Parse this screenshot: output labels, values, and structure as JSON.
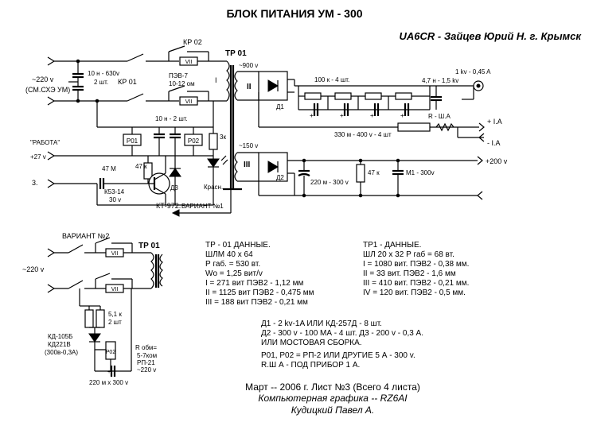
{
  "title": "БЛОК ПИТАНИЯ УМ - 300",
  "author": "UA6CR - Зайцев Юрий Н. г. Крымск",
  "labels": {
    "tr01": "ТР 01",
    "kr02": "КР 02",
    "kr01": "КР 01",
    "pev7": "ПЭВ-7",
    "pev7_val": "10-12 ом",
    "vii": "VII",
    "cap_in": "10 н - 630v",
    "cap_in_count": "2 шт.",
    "mains": "~220 v",
    "mains_note": "(СМ.СХЭ УМ)",
    "rabota": "\"РАБОТА\"",
    "plus27": "+27 v",
    "pin3": "3.",
    "c47m": "47 М",
    "k53": "К53-14",
    "v30": "30 v",
    "r47k": "47 к",
    "p01": "Р01",
    "p02": "Р02",
    "cap_10n": "10 н - 2 шт.",
    "d3": "Д3",
    "kt972": "КТ-972.",
    "led": "Красн.",
    "r3k": "3к",
    "variant1": "ВАРИАНТ №1",
    "w900": "~900 v",
    "w150": "~150 v",
    "wI": "I",
    "wII": "II",
    "wIII": "III",
    "d1": "Д1",
    "d2": "Д2",
    "c100k": "100 к - 4 шт.",
    "c47n": "4,7 н - 1,5 kv",
    "out_1kv": "1 kv - 0,45 A",
    "r330": "330 м - 400 v - 4 шт",
    "rsha": "R - Ш.А",
    "plus_ia": "+ I.A",
    "minus_ia": "- I.A",
    "c220m": "220 м - 300 v",
    "r47k_b": "47 к",
    "m1": "М1 - 300v",
    "plus200": "+200 v",
    "variant2": "ВАРИАНТ №2",
    "tr01_b": "ТР 01",
    "mains_b": "~220 v",
    "r51k": "5,1 к",
    "r51k_n": "2 шт",
    "kd105": "КД-105Б",
    "kd221": "КД221В",
    "kd_spec": "(300в-0,3А)",
    "p02_b": "Р02",
    "r_obm": "R обм=",
    "r_obm_v": "5-7ком",
    "rp21": "РП-21",
    "rp21_v": "~220 v",
    "c220x300": "220 м х 300 v",
    "plus_sign": "+"
  },
  "tp01_data": [
    "ТР - 01  ДАННЫЕ.",
    "ШЛМ 40 х 64",
    "Р габ. = 530 вт.",
    "Wо = 1,25 вит/v",
    "I = 271 вит  ПЭВ2 - 1,12 мм",
    "II = 1125 вит  ПЭВ2 - 0,475 мм",
    "III = 188 вит  ПЭВ2 - 0,21 мм"
  ],
  "tp1_data": [
    "ТР1 - ДАННЫЕ.",
    "ШЛ 20 х 32   Р габ = 68 вт.",
    "I = 1080 вит.  ПЭВ2 - 0,38 мм.",
    "II = 33 вит.  ПЭВ2 - 1,6 мм",
    "III = 410 вит.  ПЭВ2 - 0,21 мм.",
    "IV = 120 вит.  ПЭВ2 - 0,5 мм."
  ],
  "diode_notes": [
    "Д1 - 2 kv-1A   ИЛИ КД-257Д - 8 шт.",
    "Д2 - 300 v - 100 МА - 4 шт. Д3 - 200 v - 0,3 А.",
    "ИЛИ МОСТОВАЯ СБОРКА."
  ],
  "relay_notes": [
    "Р01, Р02 = РП-2  ИЛИ ДРУГИЕ  5 А - 300 v.",
    "R.Ш А - ПОД ПРИБОР 1 А."
  ],
  "footer": {
    "date": "Март -- 2006 г. Лист №3 (Всего 4 листа)",
    "graphics": "Компьютерная графика -- RZ6AI",
    "author": "Кудицкий  Павел  А."
  }
}
